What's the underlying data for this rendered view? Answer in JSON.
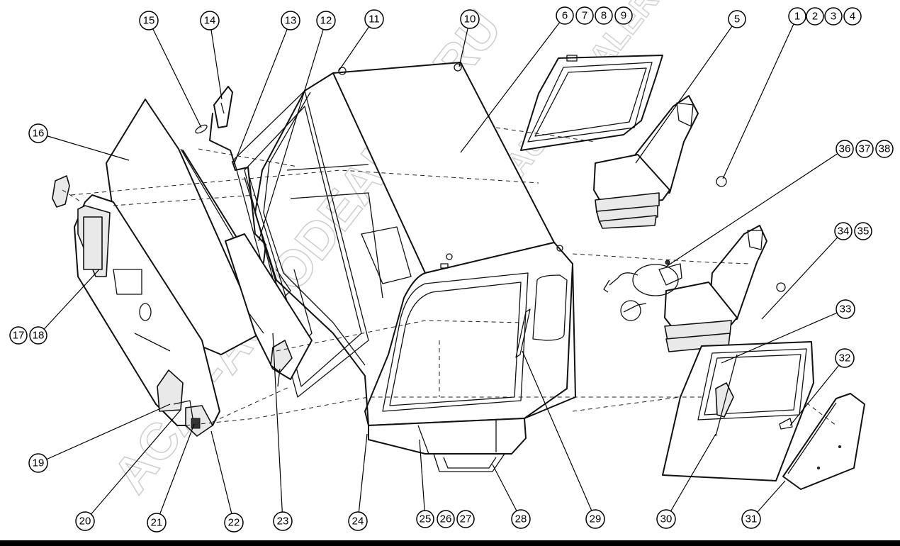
{
  "callouts": [
    {
      "id": "c1",
      "label": "1"
    },
    {
      "id": "c2",
      "label": "2"
    },
    {
      "id": "c3",
      "label": "3"
    },
    {
      "id": "c4",
      "label": "4"
    },
    {
      "id": "c5",
      "label": "5"
    },
    {
      "id": "c6",
      "label": "6"
    },
    {
      "id": "c7",
      "label": "7"
    },
    {
      "id": "c8",
      "label": "8"
    },
    {
      "id": "c9",
      "label": "9"
    },
    {
      "id": "c10",
      "label": "10"
    },
    {
      "id": "c11",
      "label": "11"
    },
    {
      "id": "c12",
      "label": "12"
    },
    {
      "id": "c13",
      "label": "13"
    },
    {
      "id": "c14",
      "label": "14"
    },
    {
      "id": "c15",
      "label": "15"
    },
    {
      "id": "c16",
      "label": "16"
    },
    {
      "id": "c17",
      "label": "17"
    },
    {
      "id": "c18",
      "label": "18"
    },
    {
      "id": "c19",
      "label": "19"
    },
    {
      "id": "c20",
      "label": "20"
    },
    {
      "id": "c21",
      "label": "21"
    },
    {
      "id": "c22",
      "label": "22"
    },
    {
      "id": "c23",
      "label": "23"
    },
    {
      "id": "c24",
      "label": "24"
    },
    {
      "id": "c25",
      "label": "25"
    },
    {
      "id": "c26",
      "label": "26"
    },
    {
      "id": "c27",
      "label": "27"
    },
    {
      "id": "c28",
      "label": "28"
    },
    {
      "id": "c29",
      "label": "29"
    },
    {
      "id": "c30",
      "label": "30"
    },
    {
      "id": "c31",
      "label": "31"
    },
    {
      "id": "c32",
      "label": "32"
    },
    {
      "id": "c33",
      "label": "33"
    },
    {
      "id": "c34",
      "label": "34"
    },
    {
      "id": "c35",
      "label": "35"
    },
    {
      "id": "c36",
      "label": "36"
    },
    {
      "id": "c37",
      "label": "37"
    },
    {
      "id": "c38",
      "label": "38"
    }
  ],
  "watermarks": {
    "primary": "ACAT-AUTODEALER.RU",
    "secondary": "ACAT-AUTODEALER.RU"
  },
  "colors": {
    "line": "#111111",
    "background": "#ffffff",
    "watermark": "#cfcfcf"
  }
}
